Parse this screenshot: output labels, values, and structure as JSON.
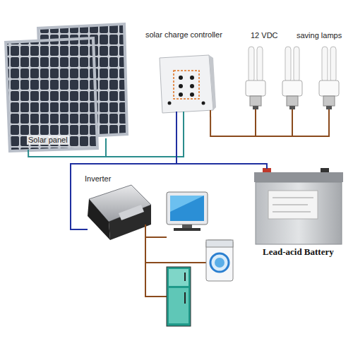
{
  "diagram": {
    "nodes": [
      {
        "text": [
          "Solar panel"
        ]
      },
      {
        "text": [
          "solar charge controller"
        ]
      },
      {
        "text": [
          "12 VDC",
          "saving lamps"
        ]
      },
      {
        "text": [
          "Inverter"
        ]
      },
      {
        "text": [
          "Lead-acid Battery"
        ]
      }
    ],
    "edges": [
      {
        "from": 0,
        "to": 1,
        "arrow": "none"
      },
      {
        "from": 1,
        "to": 2,
        "arrow": "none"
      },
      {
        "from": 1,
        "to": 4,
        "arrow": "none"
      },
      {
        "from": 1,
        "to": 3,
        "arrow": "none"
      }
    ]
  }
}
